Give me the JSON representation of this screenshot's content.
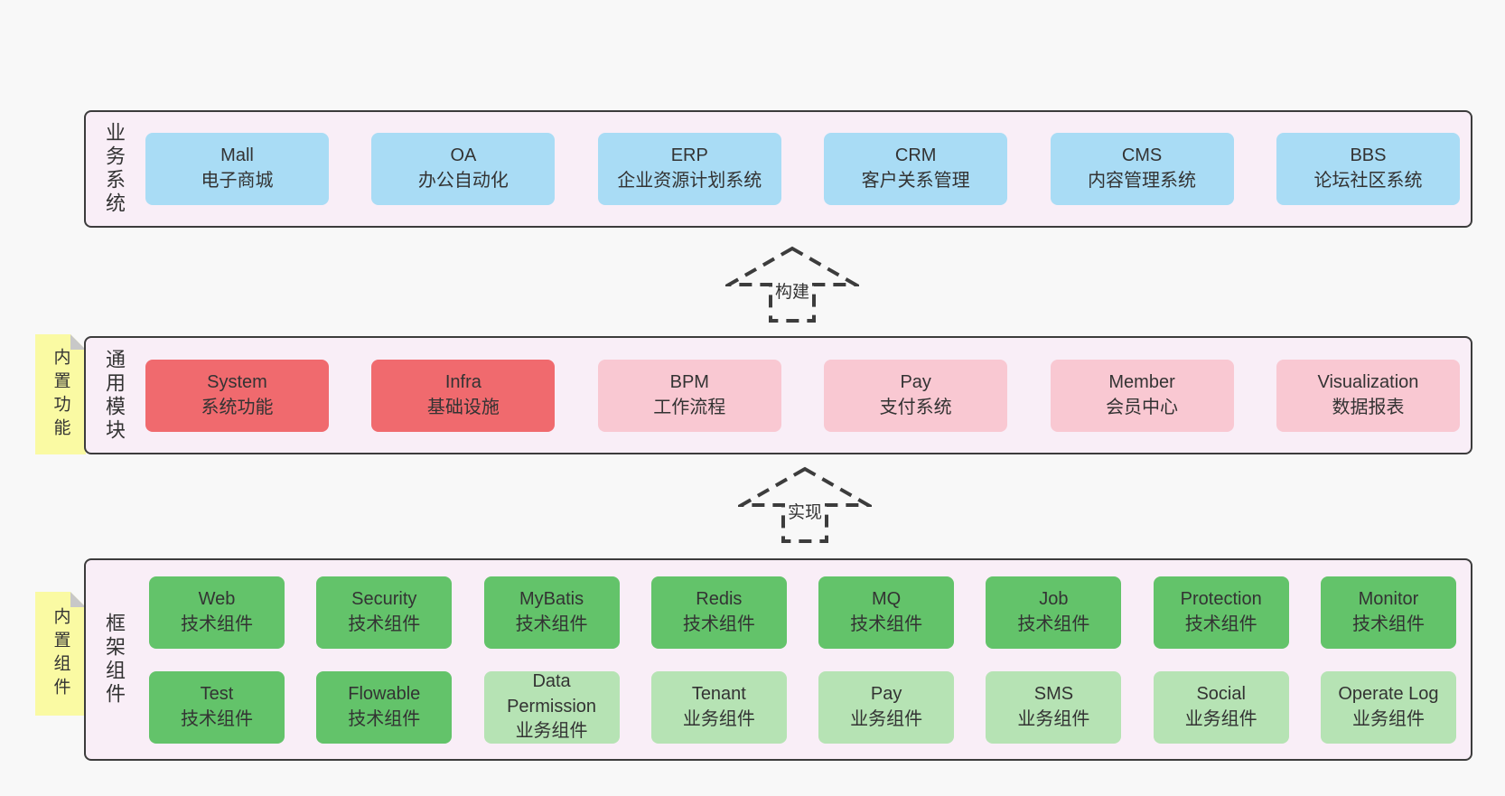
{
  "colors": {
    "page_bg": "#f8f8f8",
    "section_bg": "#f9eef7",
    "section_border": "#3c3c3c",
    "blue_box": "#a9dcf5",
    "red_box": "#f06a6e",
    "pink_box": "#f9c8d2",
    "green_box": "#63c36a",
    "light_green_box": "#b6e3b4",
    "sticky_note": "#fafaa3",
    "text": "#333333"
  },
  "arrows": {
    "build": "构建",
    "implement": "实现"
  },
  "sections": {
    "business": {
      "label": "业务系统",
      "boxes": [
        {
          "title": "Mall",
          "subtitle": "电子商城",
          "variant": "blue"
        },
        {
          "title": "OA",
          "subtitle": "办公自动化",
          "variant": "blue"
        },
        {
          "title": "ERP",
          "subtitle": "企业资源计划系统",
          "variant": "blue"
        },
        {
          "title": "CRM",
          "subtitle": "客户关系管理",
          "variant": "blue"
        },
        {
          "title": "CMS",
          "subtitle": "内容管理系统",
          "variant": "blue"
        },
        {
          "title": "BBS",
          "subtitle": "论坛社区系统",
          "variant": "blue"
        }
      ]
    },
    "modules": {
      "label": "通用模块",
      "sticky": "内置功能",
      "boxes": [
        {
          "title": "System",
          "subtitle": "系统功能",
          "variant": "red"
        },
        {
          "title": "Infra",
          "subtitle": "基础设施",
          "variant": "red"
        },
        {
          "title": "BPM",
          "subtitle": "工作流程",
          "variant": "pink"
        },
        {
          "title": "Pay",
          "subtitle": "支付系统",
          "variant": "pink"
        },
        {
          "title": "Member",
          "subtitle": "会员中心",
          "variant": "pink"
        },
        {
          "title": "Visualization",
          "subtitle": "数据报表",
          "variant": "pink"
        }
      ]
    },
    "framework": {
      "label": "框架组件",
      "sticky": "内置组件",
      "boxes": [
        {
          "title": "Web",
          "subtitle": "技术组件",
          "variant": "green"
        },
        {
          "title": "Security",
          "subtitle": "技术组件",
          "variant": "green"
        },
        {
          "title": "MyBatis",
          "subtitle": "技术组件",
          "variant": "green"
        },
        {
          "title": "Redis",
          "subtitle": "技术组件",
          "variant": "green"
        },
        {
          "title": "MQ",
          "subtitle": "技术组件",
          "variant": "green"
        },
        {
          "title": "Job",
          "subtitle": "技术组件",
          "variant": "green"
        },
        {
          "title": "Protection",
          "subtitle": "技术组件",
          "variant": "green"
        },
        {
          "title": "Monitor",
          "subtitle": "技术组件",
          "variant": "green"
        },
        {
          "title": "Test",
          "subtitle": "技术组件",
          "variant": "green"
        },
        {
          "title": "Flowable",
          "subtitle": "技术组件",
          "variant": "green"
        },
        {
          "title": "Data Permission",
          "subtitle": "业务组件",
          "variant": "lightgreen"
        },
        {
          "title": "Tenant",
          "subtitle": "业务组件",
          "variant": "lightgreen"
        },
        {
          "title": "Pay",
          "subtitle": "业务组件",
          "variant": "lightgreen"
        },
        {
          "title": "SMS",
          "subtitle": "业务组件",
          "variant": "lightgreen"
        },
        {
          "title": "Social",
          "subtitle": "业务组件",
          "variant": "lightgreen"
        },
        {
          "title": "Operate Log",
          "subtitle": "业务组件",
          "variant": "lightgreen"
        }
      ]
    }
  }
}
